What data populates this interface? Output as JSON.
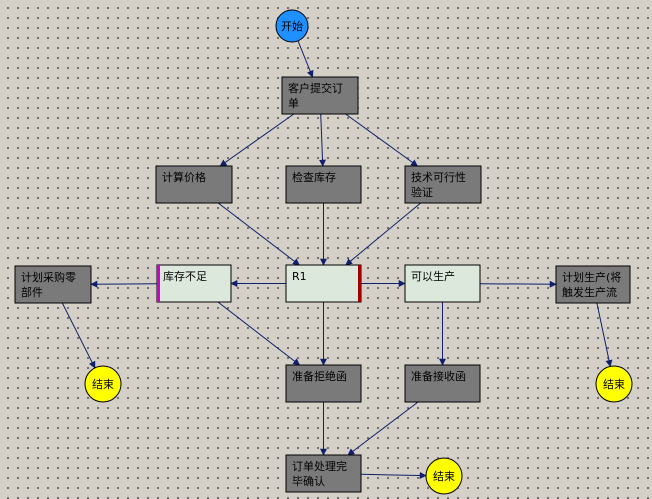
{
  "colors": {
    "task_fill": "#7a7a7a",
    "decision_fill": "#dce8dc",
    "start_fill": "#1e90ff",
    "end_fill": "#ffff00",
    "edge": "#10206a",
    "text": "#000000"
  },
  "nodes": [
    {
      "id": "start",
      "kind": "start",
      "lines": [
        "开始"
      ]
    },
    {
      "id": "submit",
      "kind": "task",
      "lines": [
        "客户提交订",
        "单"
      ]
    },
    {
      "id": "price",
      "kind": "task",
      "lines": [
        "计算价格"
      ]
    },
    {
      "id": "stock",
      "kind": "task",
      "lines": [
        "检查库存"
      ]
    },
    {
      "id": "tech",
      "kind": "task",
      "lines": [
        "技术可行性",
        "验证"
      ]
    },
    {
      "id": "r1",
      "kind": "decision",
      "lines": [
        "R1"
      ]
    },
    {
      "id": "short",
      "kind": "decision",
      "lines": [
        "库存不足"
      ]
    },
    {
      "id": "ok",
      "kind": "decision",
      "lines": [
        "可以生产"
      ]
    },
    {
      "id": "purchase",
      "kind": "task",
      "lines": [
        "计划采购零",
        "部件"
      ]
    },
    {
      "id": "plan",
      "kind": "task",
      "lines": [
        "计划生产(将",
        "触发生产流"
      ]
    },
    {
      "id": "reject",
      "kind": "task",
      "lines": [
        "准备拒绝函"
      ]
    },
    {
      "id": "accept",
      "kind": "task",
      "lines": [
        "准备接收函"
      ]
    },
    {
      "id": "done",
      "kind": "task",
      "lines": [
        "订单处理完",
        "毕确认"
      ]
    },
    {
      "id": "end1",
      "kind": "end",
      "lines": [
        "结束"
      ]
    },
    {
      "id": "end2",
      "kind": "end",
      "lines": [
        "结束"
      ]
    },
    {
      "id": "end3",
      "kind": "end",
      "lines": [
        "结束"
      ]
    }
  ],
  "edges": [
    [
      "start",
      "submit"
    ],
    [
      "submit",
      "price"
    ],
    [
      "submit",
      "stock"
    ],
    [
      "submit",
      "tech"
    ],
    [
      "price",
      "r1"
    ],
    [
      "stock",
      "r1"
    ],
    [
      "tech",
      "r1"
    ],
    [
      "r1",
      "short"
    ],
    [
      "r1",
      "ok"
    ],
    [
      "r1",
      "reject"
    ],
    [
      "short",
      "purchase"
    ],
    [
      "short",
      "reject"
    ],
    [
      "ok",
      "plan"
    ],
    [
      "ok",
      "accept"
    ],
    [
      "purchase",
      "end1"
    ],
    [
      "plan",
      "end3"
    ],
    [
      "reject",
      "done"
    ],
    [
      "accept",
      "done"
    ],
    [
      "done",
      "end2"
    ]
  ]
}
